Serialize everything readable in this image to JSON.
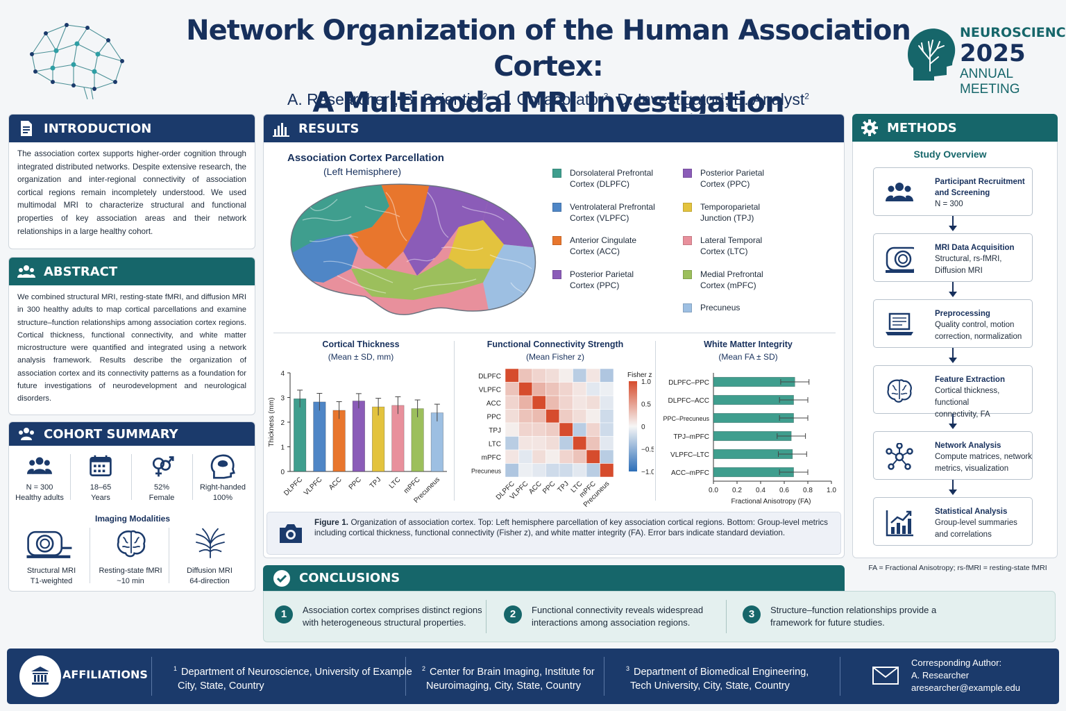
{
  "header": {
    "title_line1": "Network Organization of the Human Association Cortex:",
    "title_line2": "A Multimodal MRI Investigation",
    "authors": [
      {
        "name": "A. Researcher",
        "aff": "1"
      },
      {
        "name": "B. Scientist",
        "aff": "2"
      },
      {
        "name": "C. Collaborator",
        "aff": "3"
      },
      {
        "name": "D. Investigator",
        "aff": "1"
      },
      {
        "name": "E. Analyst",
        "aff": "2"
      }
    ],
    "logo": {
      "line1": "NEUROSCIENCE",
      "line2": "2025",
      "line3": "ANNUAL MEETING"
    }
  },
  "introduction": {
    "heading": "INTRODUCTION",
    "text": "The association cortex supports higher-order cognition through integrated distributed networks. Despite extensive research, the organization and inter-regional connectivity of association cortical regions remain incompletely understood. We used multimodal MRI to characterize structural and functional properties of key association areas and their network relationships in a large healthy cohort."
  },
  "abstract": {
    "heading": "ABSTRACT",
    "text": "We combined structural MRI, resting-state fMRI, and diffusion MRI in 300 healthy adults to map cortical parcellations and examine structure–function relationships among association cortex regions. Cortical thickness, functional connectivity, and white matter microstructure were quantified and integrated using a network analysis framework. Results describe the organization of association cortex and its connectivity patterns as a foundation for future investigations of neurodevelopment and neurological disorders."
  },
  "cohort": {
    "heading": "COHORT SUMMARY",
    "stats": [
      {
        "icon": "people-icon",
        "value": "N = 300",
        "label": "Healthy adults"
      },
      {
        "icon": "calendar-icon",
        "value": "18–65",
        "label": "Years"
      },
      {
        "icon": "gender-icon",
        "value": "52%",
        "label": "Female"
      },
      {
        "icon": "head-brain-icon",
        "value": "Right-handed",
        "label": "100%"
      }
    ],
    "modalities_title": "Imaging Modalities",
    "modalities": [
      {
        "icon": "mri-scanner-icon",
        "name": "Structural MRI",
        "detail": "T1-weighted"
      },
      {
        "icon": "brain-icon",
        "name": "Resting-state fMRI",
        "detail": "~10 min"
      },
      {
        "icon": "fiber-tract-icon",
        "name": "Diffusion MRI",
        "detail": "64-direction"
      }
    ]
  },
  "results": {
    "heading": "RESULTS",
    "parcellation_title": "Association Cortex Parcellation",
    "parcellation_subtitle": "(Left Hemisphere)",
    "legend": [
      {
        "color": "#3f9e8e",
        "label1": "Dorsolateral Prefrontal",
        "label2": "Cortex (DLPFC)"
      },
      {
        "color": "#4f86c6",
        "label1": "Ventrolateral Prefrontal",
        "label2": "Cortex (VLPFC)"
      },
      {
        "color": "#e8762d",
        "label1": "Anterior Cingulate",
        "label2": "Cortex (ACC)"
      },
      {
        "color": "#8b5cb8",
        "label1": "Posterior Parietal",
        "label2": "Cortex (PPC)"
      },
      {
        "color": "#8b5cb8",
        "label1": "Posterior Parietal",
        "label2": "Cortex (PPC)"
      },
      {
        "color": "#e3c33e",
        "label1": "Temporoparietal",
        "label2": "Junction (TPJ)"
      },
      {
        "color": "#e8909c",
        "label1": "Lateral Temporal",
        "label2": "Cortex (LTC)"
      },
      {
        "color": "#9cbf5c",
        "label1": "Medial Prefrontal",
        "label2": "Cortex (mPFC)"
      },
      {
        "color": "#9dbfe2",
        "label1": "Precuneus",
        "label2": ""
      }
    ],
    "figure_caption_label": "Figure 1.",
    "figure_caption": "Organization of association cortex. Top: Left hemisphere parcellation of key association cortical regions. Bottom: Group-level metrics including cortical thickness, functional connectivity (Fisher z), and white matter integrity (FA). Error bars indicate standard deviation."
  },
  "chart_data": [
    {
      "type": "bar",
      "title": "Cortical Thickness",
      "subtitle": "(Mean ± SD, mm)",
      "ylabel": "Thickness (mm)",
      "xlabel": "",
      "categories": [
        "DLPFC",
        "VLPFC",
        "ACC",
        "PPC",
        "TPJ",
        "LTC",
        "mPFC",
        "Precuneus"
      ],
      "values": [
        2.95,
        2.82,
        2.48,
        2.86,
        2.62,
        2.68,
        2.55,
        2.38
      ],
      "errors": [
        0.35,
        0.35,
        0.35,
        0.3,
        0.35,
        0.35,
        0.35,
        0.35
      ],
      "colors": [
        "#3f9e8e",
        "#4f86c6",
        "#e8762d",
        "#8b5cb8",
        "#e3c33e",
        "#e8909c",
        "#9cbf5c",
        "#9dbfe2"
      ],
      "ylim": [
        0,
        4
      ],
      "yticks": [
        0,
        1,
        2,
        3,
        4
      ]
    },
    {
      "type": "heatmap",
      "title": "Functional Connectivity Strength",
      "subtitle": "(Mean Fisher z)",
      "labels": [
        "DLPFC",
        "VLPFC",
        "ACC",
        "PPC",
        "TPJ",
        "LTC",
        "mPFC",
        "Precuneus"
      ],
      "matrix": [
        [
          1.0,
          0.3,
          0.2,
          0.15,
          0.05,
          -0.3,
          0.1,
          -0.35
        ],
        [
          0.3,
          1.0,
          0.4,
          0.3,
          0.2,
          0.1,
          -0.1,
          -0.05
        ],
        [
          0.2,
          0.4,
          1.0,
          0.35,
          0.2,
          0.1,
          0.15,
          -0.1
        ],
        [
          0.15,
          0.3,
          0.35,
          1.0,
          0.25,
          0.15,
          0.05,
          -0.2
        ],
        [
          0.05,
          0.2,
          0.2,
          0.25,
          1.0,
          -0.3,
          0.2,
          -0.2
        ],
        [
          -0.3,
          0.1,
          0.1,
          0.15,
          -0.3,
          1.0,
          0.3,
          -0.1
        ],
        [
          0.1,
          -0.1,
          0.15,
          0.05,
          0.2,
          0.3,
          1.0,
          -0.3
        ],
        [
          -0.35,
          -0.05,
          -0.1,
          -0.2,
          -0.2,
          -0.1,
          -0.3,
          1.0
        ]
      ],
      "colorbar_label": "Fisher z",
      "colorbar_ticks": [
        "1.0",
        "0.5",
        "0",
        "−0.5",
        "−1.0"
      ],
      "range": [
        -1,
        1
      ]
    },
    {
      "type": "bar",
      "orientation": "horizontal",
      "title": "White Matter Integrity",
      "subtitle": "(Mean FA ± SD)",
      "xlabel": "Fractional Anisotropy (FA)",
      "categories": [
        "DLPFC–PPC",
        "DLPFC–ACC",
        "PPC–Precuneus",
        "TPJ–mPFC",
        "VLPFC–LTC",
        "ACC–mPFC"
      ],
      "values": [
        0.69,
        0.68,
        0.68,
        0.66,
        0.67,
        0.68
      ],
      "errors": [
        0.12,
        0.12,
        0.12,
        0.12,
        0.12,
        0.12
      ],
      "color": "#3f9e8e",
      "xlim": [
        0,
        1.0
      ],
      "xticks": [
        "0.0",
        "0.2",
        "0.4",
        "0.6",
        "0.8",
        "1.0"
      ]
    }
  ],
  "methods": {
    "heading": "METHODS",
    "overview_title": "Study Overview",
    "steps": [
      {
        "icon": "participants-icon",
        "title1": "Participant Recruitment",
        "title2": "and Screening",
        "desc1": "N = 300",
        "desc2": ""
      },
      {
        "icon": "mri-scanner-icon",
        "title1": "MRI Data Acquisition",
        "title2": "",
        "desc1": "Structural, rs-fMRI,",
        "desc2": "Diffusion MRI"
      },
      {
        "icon": "laptop-icon",
        "title1": "Preprocessing",
        "title2": "",
        "desc1": "Quality control, motion",
        "desc2": "correction, normalization"
      },
      {
        "icon": "brain-icon",
        "title1": "Feature Extraction",
        "title2": "",
        "desc1": "Cortical thickness, functional",
        "desc2": "connectivity, FA"
      },
      {
        "icon": "network-icon",
        "title1": "Network Analysis",
        "title2": "",
        "desc1": "Compute matrices, network",
        "desc2": "metrics, visualization"
      },
      {
        "icon": "chart-icon",
        "title1": "Statistical Analysis",
        "title2": "",
        "desc1": "Group-level summaries",
        "desc2": "and correlations"
      }
    ],
    "footnote": "FA = Fractional Anisotropy; rs-fMRI = resting-state fMRI"
  },
  "conclusions": {
    "heading": "CONCLUSIONS",
    "items": [
      {
        "num": "1",
        "line1": "Association cortex comprises distinct regions",
        "line2": "with heterogeneous structural properties."
      },
      {
        "num": "2",
        "line1": "Functional connectivity reveals widespread",
        "line2": "interactions among association regions."
      },
      {
        "num": "3",
        "line1": "Structure–function relationships provide a",
        "line2": "framework for future studies."
      }
    ]
  },
  "footer": {
    "heading": "AFFILIATIONS",
    "affiliations": [
      {
        "num": "1",
        "line1": "Department of Neuroscience, University of Example",
        "line2": "City, State, Country"
      },
      {
        "num": "2",
        "line1": "Center for Brain Imaging, Institute for",
        "line2": "Neuroimaging, City, State, Country"
      },
      {
        "num": "3",
        "line1": "Department of Biomedical Engineering,",
        "line2": "Tech University, City, State, Country"
      }
    ],
    "corresponding_label": "Corresponding Author:",
    "corresponding_name": "A. Researcher",
    "corresponding_email": "aresearcher@example.edu"
  }
}
